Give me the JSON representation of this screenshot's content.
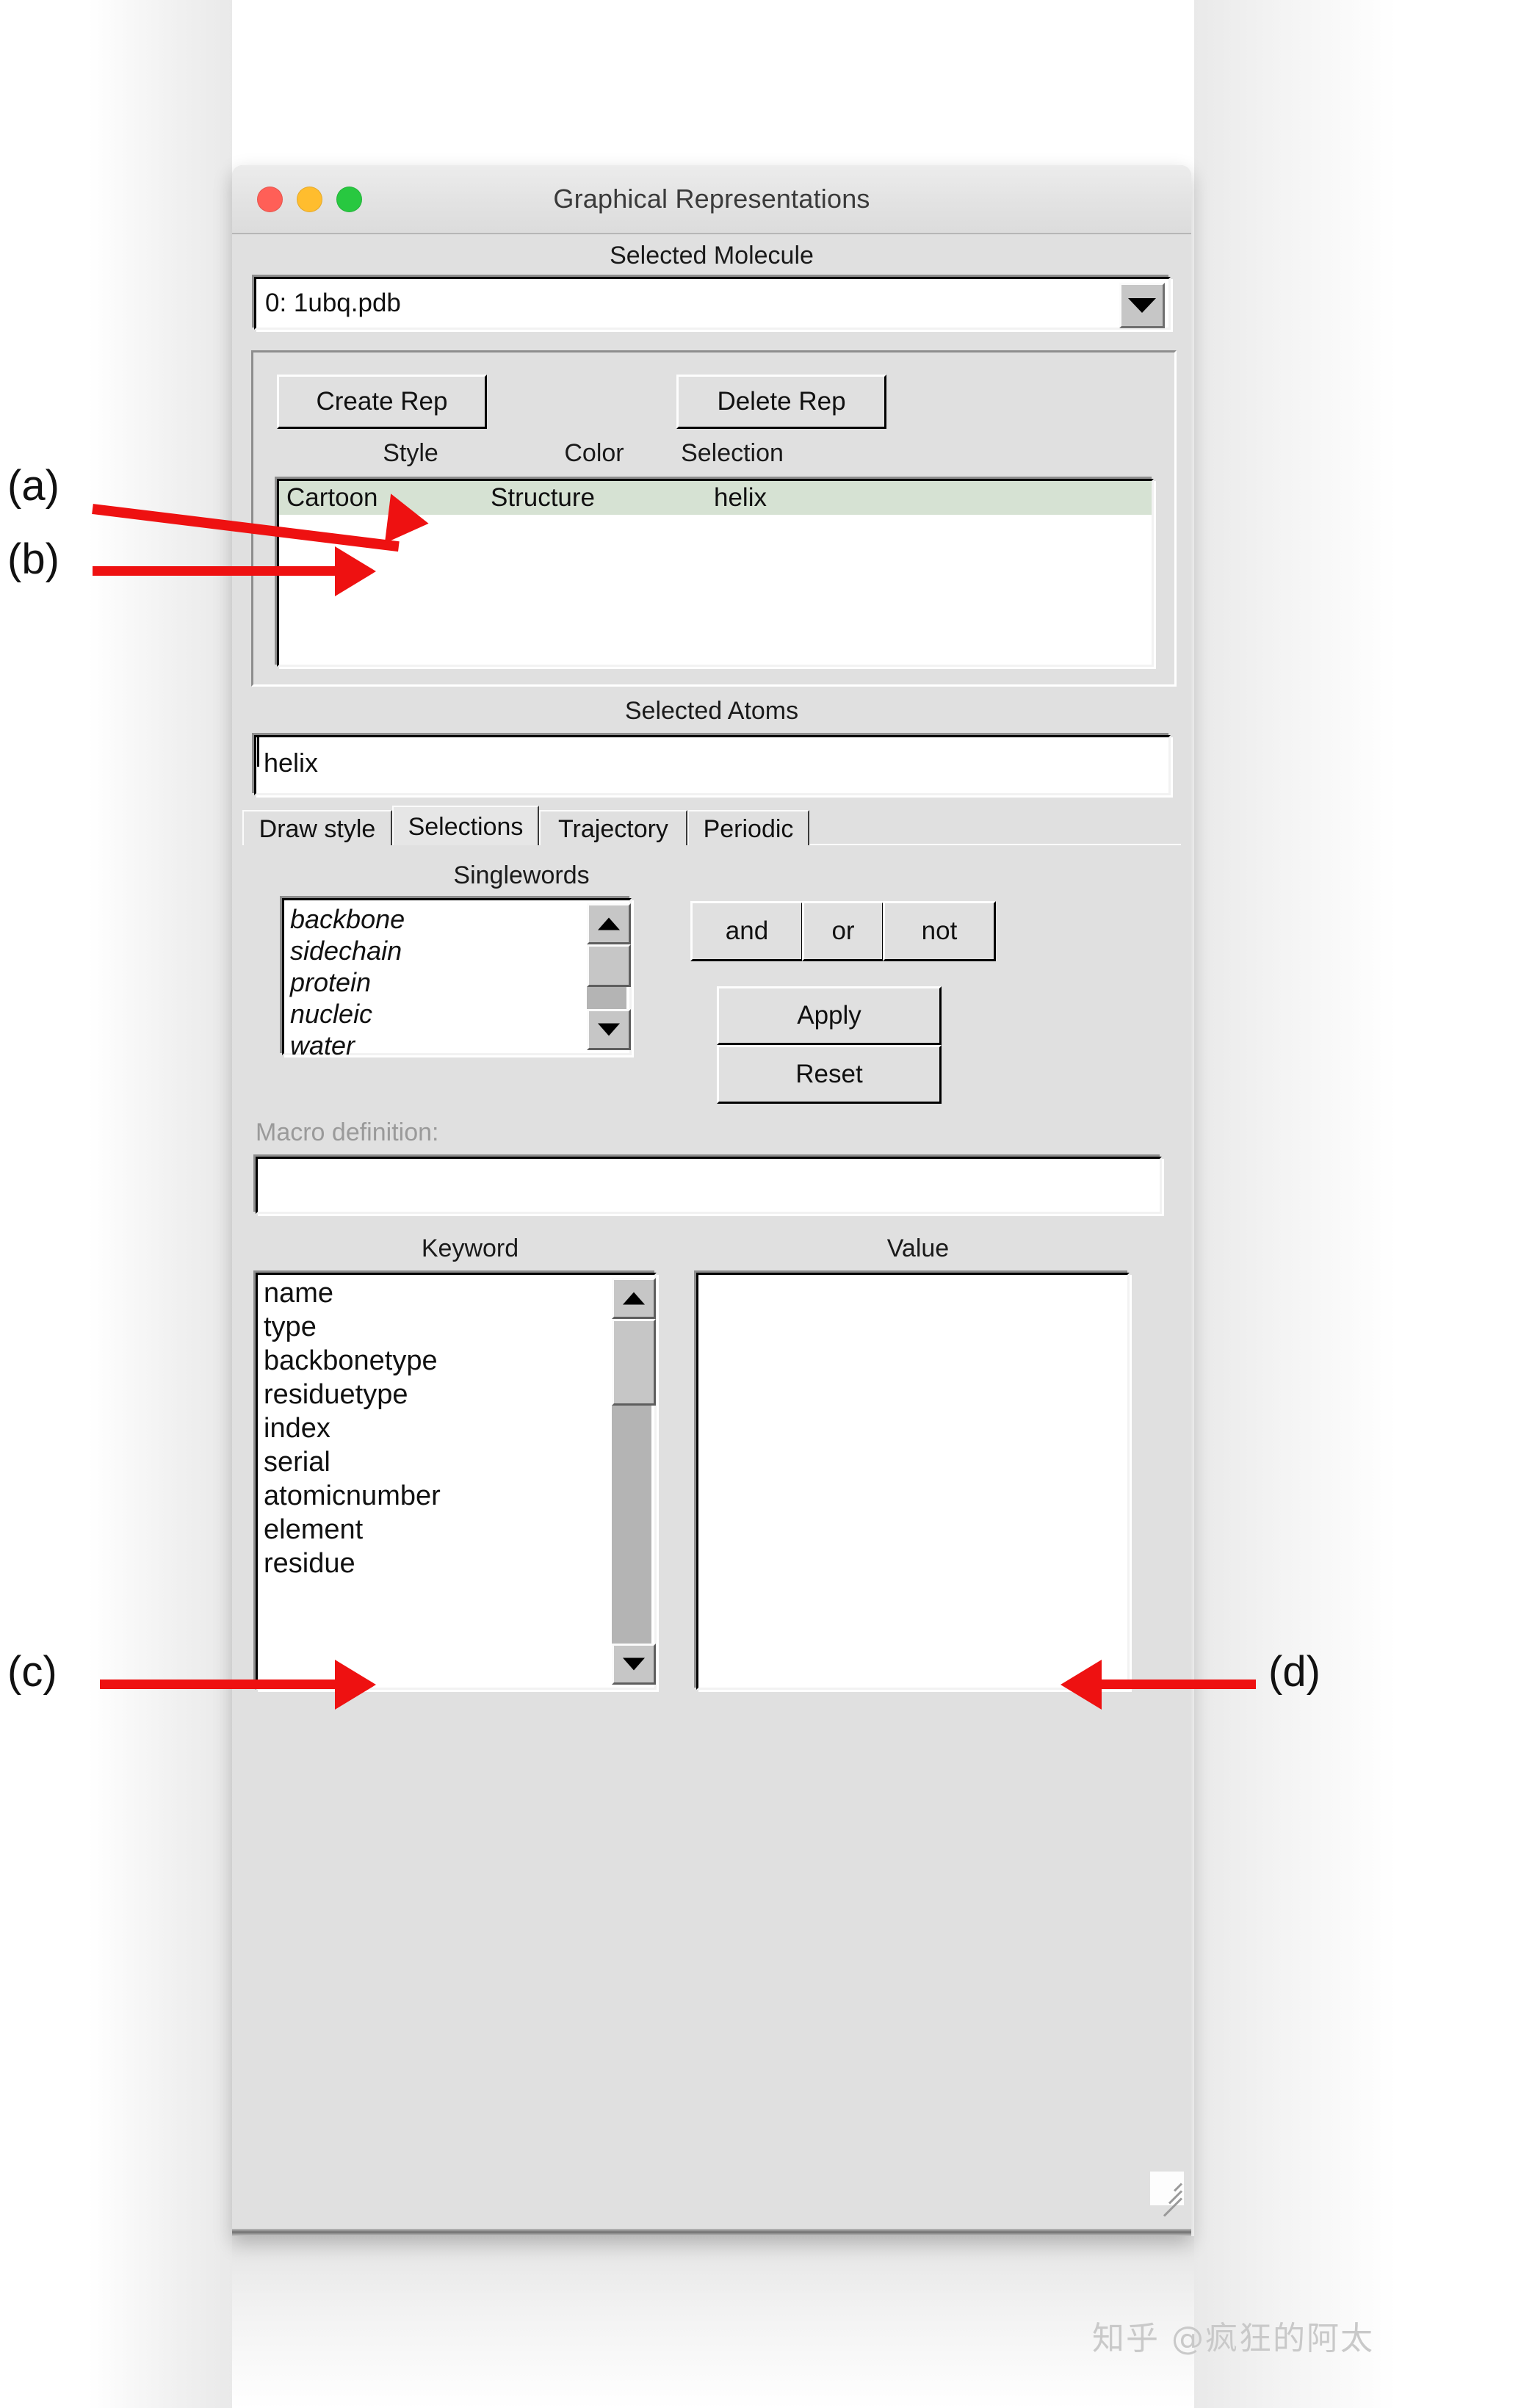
{
  "window": {
    "title": "Graphical Representations",
    "traffic_lights": [
      "close-red",
      "minimize-yellow",
      "zoom-green"
    ],
    "colors": {
      "red": "#ff5f57",
      "yellow": "#ffbd2e",
      "green": "#28c840",
      "panel": "#e0e0e0",
      "selected_row": "#d6e2d3",
      "annotation": "#ee1111"
    }
  },
  "selected_molecule": {
    "label": "Selected Molecule",
    "value": "0:  1ubq.pdb"
  },
  "representations": {
    "create_button": "Create Rep",
    "delete_button": "Delete Rep",
    "columns": [
      "Style",
      "Color",
      "Selection"
    ],
    "rows": [
      {
        "style": "Cartoon",
        "color": "Structure",
        "selection": "helix",
        "selected": true
      }
    ]
  },
  "selected_atoms": {
    "label": "Selected Atoms",
    "value": "helix"
  },
  "tabs": [
    {
      "label": "Draw style",
      "active": false
    },
    {
      "label": "Selections",
      "active": true
    },
    {
      "label": "Trajectory",
      "active": false
    },
    {
      "label": "Periodic",
      "active": false
    }
  ],
  "selections_page": {
    "singlewords": {
      "label": "Singlewords",
      "items": [
        "backbone",
        "sidechain",
        "protein",
        "nucleic",
        "water"
      ]
    },
    "logic_buttons": [
      "and",
      "or",
      "not"
    ],
    "apply_button": "Apply",
    "reset_button": "Reset",
    "macro": {
      "label": "Macro definition:",
      "value": ""
    },
    "keyword": {
      "label": "Keyword",
      "items": [
        "name",
        "type",
        "backbonetype",
        "residuetype",
        "index",
        "serial",
        "atomicnumber",
        "element",
        "residue"
      ]
    },
    "value": {
      "label": "Value",
      "items": []
    }
  },
  "annotations": [
    {
      "id": "a",
      "label": "(a)",
      "points_to": "tab-selections"
    },
    {
      "id": "b",
      "label": "(b)",
      "points_to": "singlewords-label"
    },
    {
      "id": "c",
      "label": "(c)",
      "points_to": "keyword-label"
    },
    {
      "id": "d",
      "label": "(d)",
      "points_to": "value-label"
    }
  ],
  "watermark": "知乎 @疯狂的阿太"
}
